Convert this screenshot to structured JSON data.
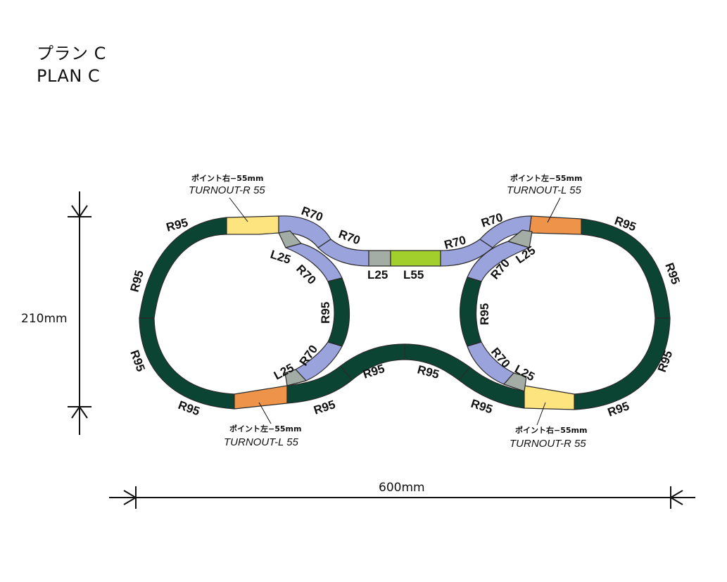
{
  "title": {
    "jp": "プラン C",
    "en": "PLAN  C"
  },
  "dimensions": {
    "height_label": "210mm",
    "width_label": "600mm"
  },
  "colors": {
    "R95": "#0b4433",
    "R70": "#9aa3db",
    "L25": "#a4ada5",
    "L55": "#a3cf2c",
    "turnout_right": "#fde47e",
    "turnout_left": "#ee934a",
    "outline": "#2a2a2a"
  },
  "callouts": {
    "top_left": {
      "jp": "ポイント右−55mm",
      "en": "TURNOUT-R 55"
    },
    "top_right": {
      "jp": "ポイント左−55mm",
      "en": "TURNOUT-L 55"
    },
    "bottom_left": {
      "jp": "ポイント左−55mm",
      "en": "TURNOUT-L 55"
    },
    "bottom_right": {
      "jp": "ポイント右−55mm",
      "en": "TURNOUT-R 55"
    }
  },
  "piece_labels": {
    "r95_ll_1": "R95",
    "r95_ll_2": "R95",
    "r95_ll_3": "R95",
    "r95_ll_4": "R95",
    "r95_li": "R95",
    "r70_l_top": "R70",
    "r70_l_mid": "R70",
    "r70_l_bot": "R70",
    "l25_l_top": "L25",
    "l25_l_bot": "L25",
    "r70_c_left": "R70",
    "r70_c_right": "R70",
    "l25_c": "L25",
    "l55_c": "L55",
    "r95_bc_1": "R95",
    "r95_bc_2": "R95",
    "r95_bc_3": "R95",
    "r95_bc_4": "R95",
    "r95_rr_1": "R95",
    "r95_rr_2": "R95",
    "r95_rr_3": "R95",
    "r95_rr_4": "R95",
    "r95_ri": "R95",
    "r70_r_top": "R70",
    "r70_r_mid": "R70",
    "r70_r_bot": "R70",
    "l25_r_top": "L25",
    "l25_r_bot": "L25"
  }
}
